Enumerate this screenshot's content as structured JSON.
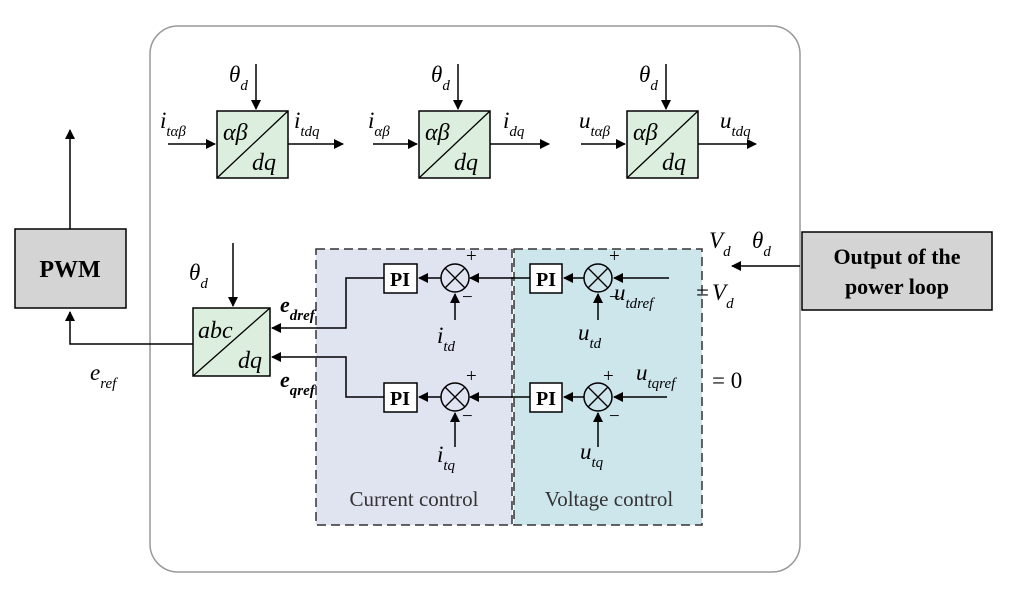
{
  "colors": {
    "block_fill": "#dceedd",
    "gray_box": "#d4d4d4",
    "current_panel": "#e0e3f0",
    "voltage_panel": "#cde6ec",
    "frame_stroke": "#999999",
    "line": "#000000"
  },
  "transforms": {
    "t1": {
      "top": "αβ",
      "bottom": "dq",
      "angle": "θ",
      "angle_sub": "d",
      "in": "i",
      "in_sub": "tαβ",
      "out": "i",
      "out_sub": "tdq"
    },
    "t2": {
      "top": "αβ",
      "bottom": "dq",
      "angle": "θ",
      "angle_sub": "d",
      "in": "i",
      "in_sub": "αβ",
      "out": "i",
      "out_sub": "dq"
    },
    "t3": {
      "top": "αβ",
      "bottom": "dq",
      "angle": "θ",
      "angle_sub": "d",
      "in": "u",
      "in_sub": "tαβ",
      "out": "u",
      "out_sub": "tdq"
    },
    "abc_dq": {
      "top": "abc",
      "bottom": "dq",
      "angle": "θ",
      "angle_sub": "d"
    }
  },
  "pwm": {
    "label": "PWM"
  },
  "power_loop": {
    "line1": "Output of the",
    "line2": "power loop"
  },
  "signals": {
    "e_ref": "e",
    "e_ref_sub": "ref",
    "e_dref": "e",
    "e_dref_sub": "dref",
    "e_qref": "e",
    "e_qref_sub": "qref",
    "i_td": "i",
    "i_td_sub": "td",
    "i_tq": "i",
    "i_tq_sub": "tq",
    "u_td": "u",
    "u_td_sub": "td",
    "u_tq": "u",
    "u_tq_sub": "tq",
    "u_tdref": "u",
    "u_tdref_sub": "tdref",
    "eq_vd": "=",
    "vd_main": "V",
    "vd_main_sub": "d",
    "u_tqref": "u",
    "u_tqref_sub": "tqref",
    "eq_zero": "= 0",
    "vd_in": "V",
    "vd_in_sub": "d",
    "theta_in": "θ",
    "theta_in_sub": "d"
  },
  "controllers": {
    "pi_label": "PI",
    "plus": "+",
    "minus": "−"
  },
  "panels": {
    "current_label": "Current control",
    "voltage_label": "Voltage control"
  }
}
